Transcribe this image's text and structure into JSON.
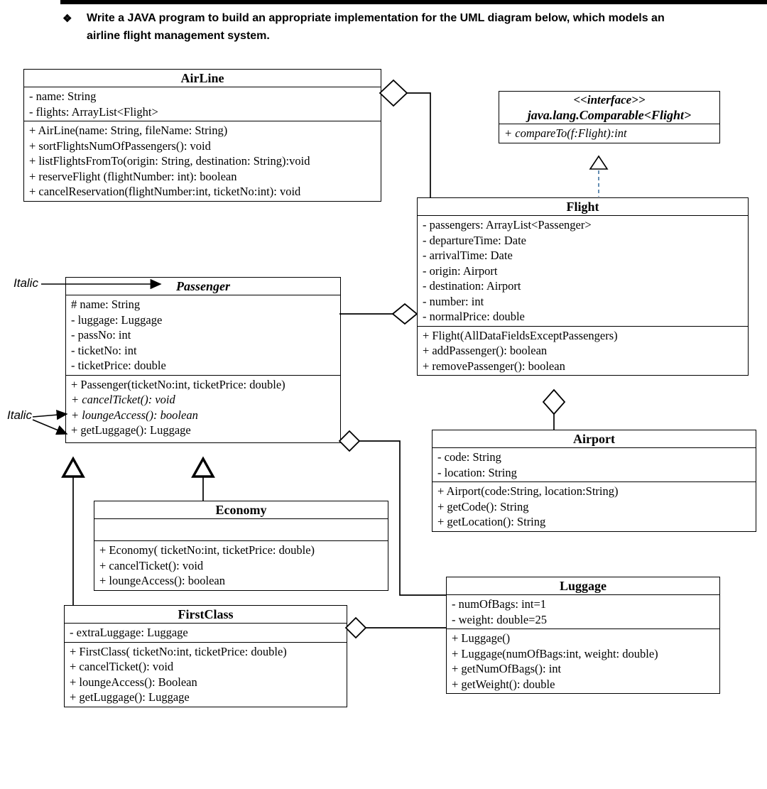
{
  "header": {
    "bullet": "❖",
    "line1": "Write a JAVA program to build an appropriate implementation for the UML diagram below, which models an",
    "line2": "airline flight management system."
  },
  "annotations": {
    "italic_label_1": "Italic",
    "italic_label_2": "Italic"
  },
  "colors": {
    "realization_dash": "#4a7ba6",
    "line": "#000000"
  },
  "classes": {
    "airline": {
      "title": "AirLine",
      "attributes": [
        "- name: String",
        "- flights: ArrayList<Flight>"
      ],
      "methods": [
        "+ AirLine(name: String, fileName: String)",
        "+ sortFlightsNumOfPassengers(): void",
        "+ listFlightsFromTo(origin: String, destination: String):void",
        "+ reserveFlight (flightNumber: int): boolean",
        "+ cancelReservation(flightNumber:int, ticketNo:int): void"
      ]
    },
    "comparable": {
      "stereotype": "<<interface>>",
      "title": "java.lang.Comparable<Flight>",
      "methods": [
        "+ compareTo(f:Flight):int"
      ]
    },
    "flight": {
      "title": "Flight",
      "attributes": [
        "- passengers: ArrayList<Passenger>",
        "- departureTime: Date",
        "- arrivalTime: Date",
        "- origin: Airport",
        "- destination: Airport",
        "- number: int",
        "- normalPrice: double"
      ],
      "methods": [
        "+ Flight(AllDataFieldsExceptPassengers)",
        "+ addPassenger(): boolean",
        "+ removePassenger(): boolean"
      ]
    },
    "passenger": {
      "title": "Passenger",
      "attributes": [
        "# name: String",
        "- luggage: Luggage",
        "- passNo: int",
        "- ticketNo: int",
        "- ticketPrice: double"
      ],
      "methods": [
        "+ Passenger(ticketNo:int, ticketPrice: double)",
        "+ cancelTicket(): void",
        "+ loungeAccess(): boolean",
        "+ getLuggage(): Luggage"
      ],
      "italic_method_indices": [
        1,
        2
      ]
    },
    "airport": {
      "title": "Airport",
      "attributes": [
        "- code: String",
        "- location: String"
      ],
      "methods": [
        "+ Airport(code:String, location:String)",
        "+ getCode(): String",
        "+ getLocation(): String"
      ]
    },
    "economy": {
      "title": "Economy",
      "attributes": [],
      "methods": [
        "+ Economy( ticketNo:int, ticketPrice: double)",
        "+ cancelTicket(): void",
        "+ loungeAccess(): boolean"
      ]
    },
    "firstclass": {
      "title": "FirstClass",
      "attributes": [
        "- extraLuggage: Luggage"
      ],
      "methods": [
        "+ FirstClass( ticketNo:int, ticketPrice: double)",
        "+ cancelTicket(): void",
        "+ loungeAccess(): Boolean",
        "+ getLuggage(): Luggage"
      ]
    },
    "luggage": {
      "title": "Luggage",
      "attributes": [
        "- numOfBags: int=1",
        "- weight: double=25"
      ],
      "methods": [
        "+ Luggage()",
        "+ Luggage(numOfBags:int, weight: double)",
        "+ getNumOfBags(): int",
        "+ getWeight(): double"
      ]
    }
  },
  "relationships": [
    {
      "from": "AirLine",
      "to": "Flight",
      "type": "aggregation",
      "diamond_at": "AirLine"
    },
    {
      "from": "Flight",
      "to": "Passenger",
      "type": "aggregation",
      "diamond_at": "Flight"
    },
    {
      "from": "Flight",
      "to": "Airport",
      "type": "aggregation",
      "diamond_at": "Flight"
    },
    {
      "from": "Passenger",
      "to": "Luggage",
      "type": "aggregation",
      "diamond_at": "Passenger"
    },
    {
      "from": "FirstClass",
      "to": "Luggage",
      "type": "aggregation",
      "diamond_at": "FirstClass"
    },
    {
      "from": "Economy",
      "to": "Passenger",
      "type": "generalization"
    },
    {
      "from": "FirstClass",
      "to": "Passenger",
      "type": "generalization"
    },
    {
      "from": "Flight",
      "to": "java.lang.Comparable<Flight>",
      "type": "realization"
    }
  ]
}
